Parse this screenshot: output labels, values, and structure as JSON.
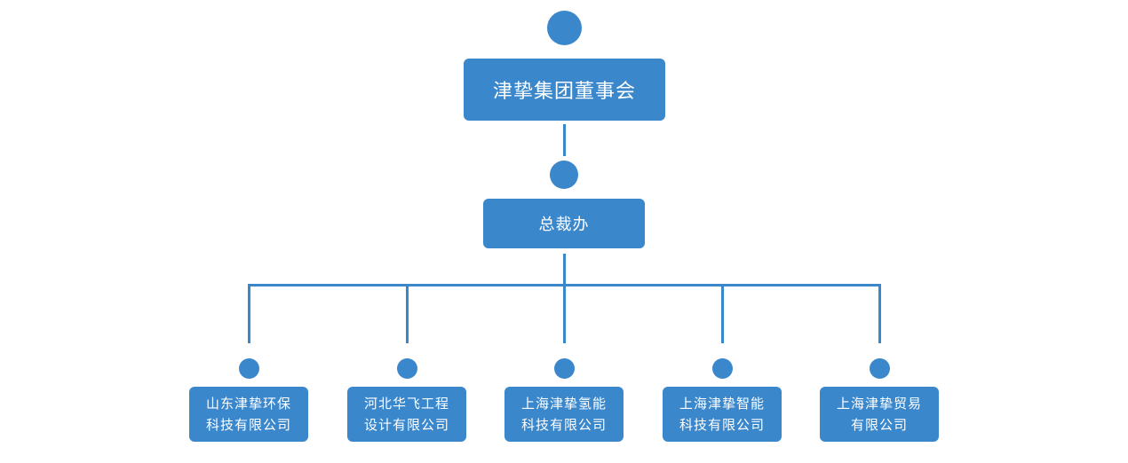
{
  "org_chart": {
    "colors": {
      "node": "#3a87cc",
      "text": "#ffffff",
      "background": "#ffffff"
    },
    "root": {
      "label": "津挚集团董事会"
    },
    "office": {
      "label": "总裁办"
    },
    "subsidiaries": [
      {
        "line1": "山东津挚环保",
        "line2": "科技有限公司"
      },
      {
        "line1": "河北华飞工程",
        "line2": "设计有限公司"
      },
      {
        "line1": "上海津挚氢能",
        "line2": "科技有限公司"
      },
      {
        "line1": "上海津挚智能",
        "line2": "科技有限公司"
      },
      {
        "line1": "上海津挚贸易",
        "line2": "有限公司"
      }
    ]
  }
}
